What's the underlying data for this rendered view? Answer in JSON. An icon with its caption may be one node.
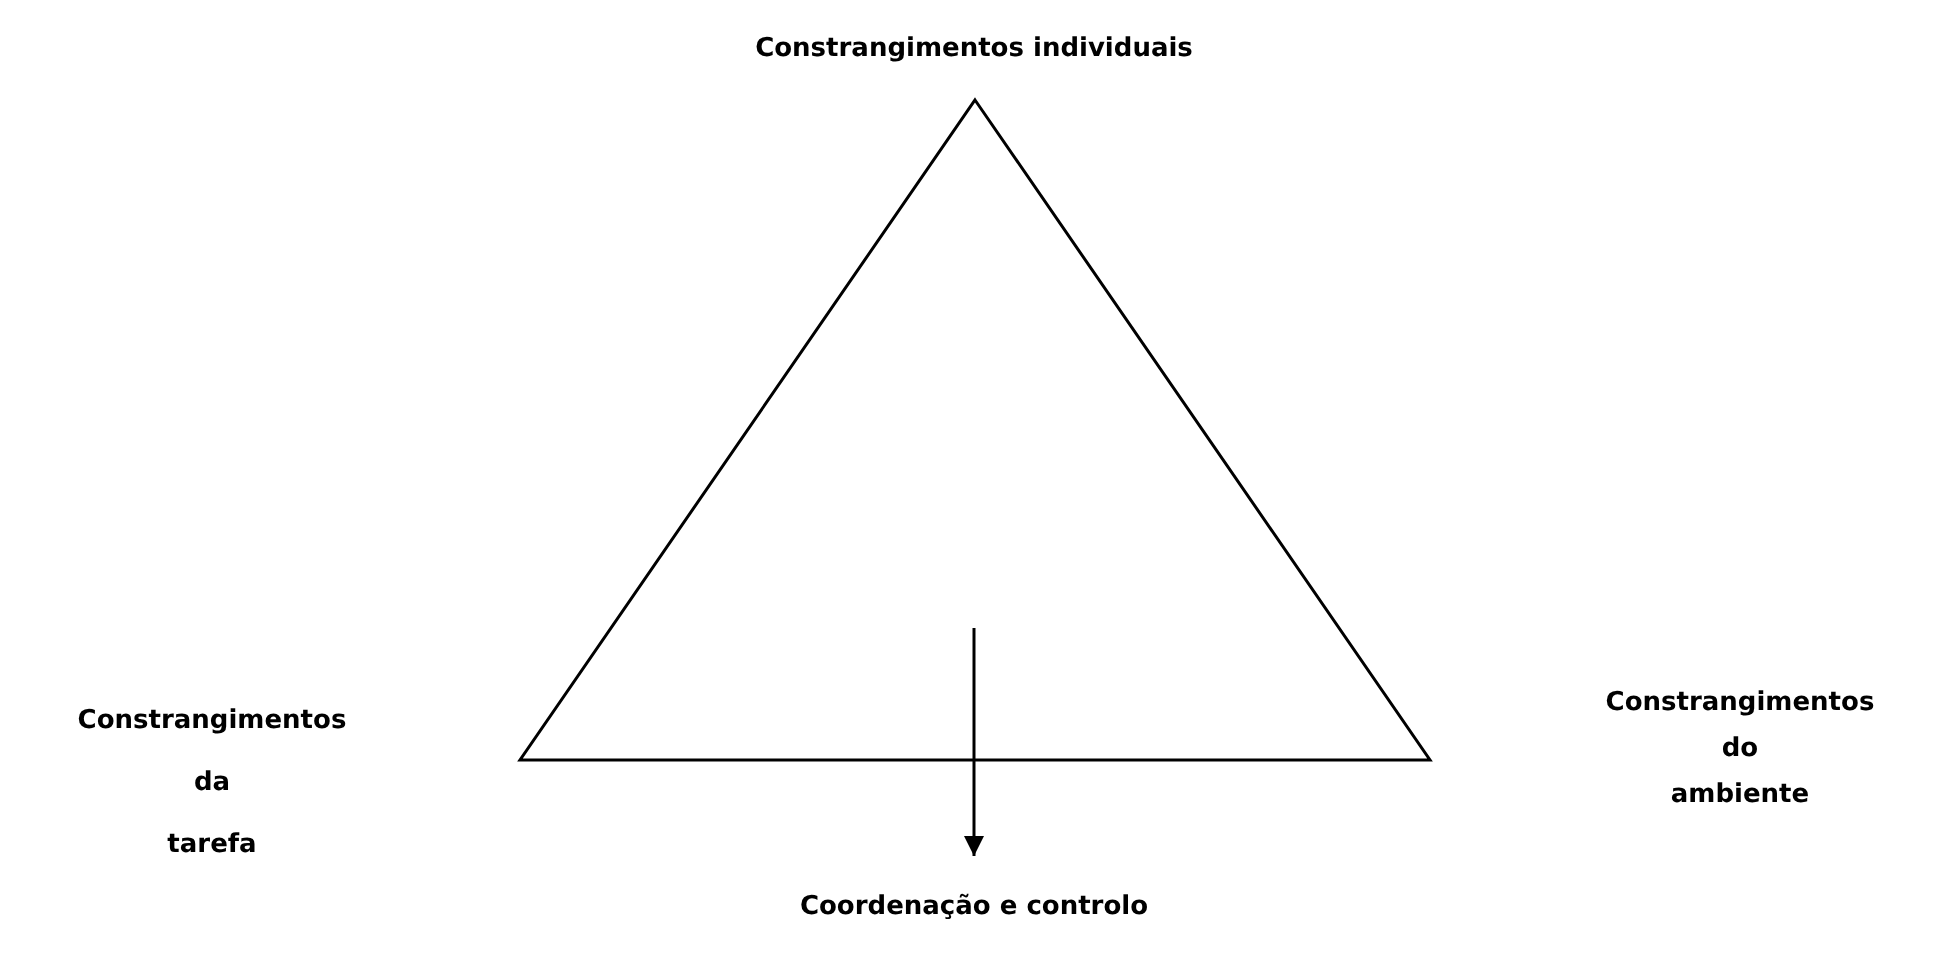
{
  "diagram": {
    "nodes": [
      {
        "text": [],
        "shape": "triangle"
      },
      {
        "text": [
          "Coordenação e controlo"
        ]
      }
    ],
    "edges": [
      {
        "from": 0,
        "to": 1,
        "arrow": "to"
      }
    ],
    "labels": [
      "Constrangimentos individuais",
      "Constrangimentos da tarefa",
      "Constrangimentos do ambiente"
    ]
  }
}
